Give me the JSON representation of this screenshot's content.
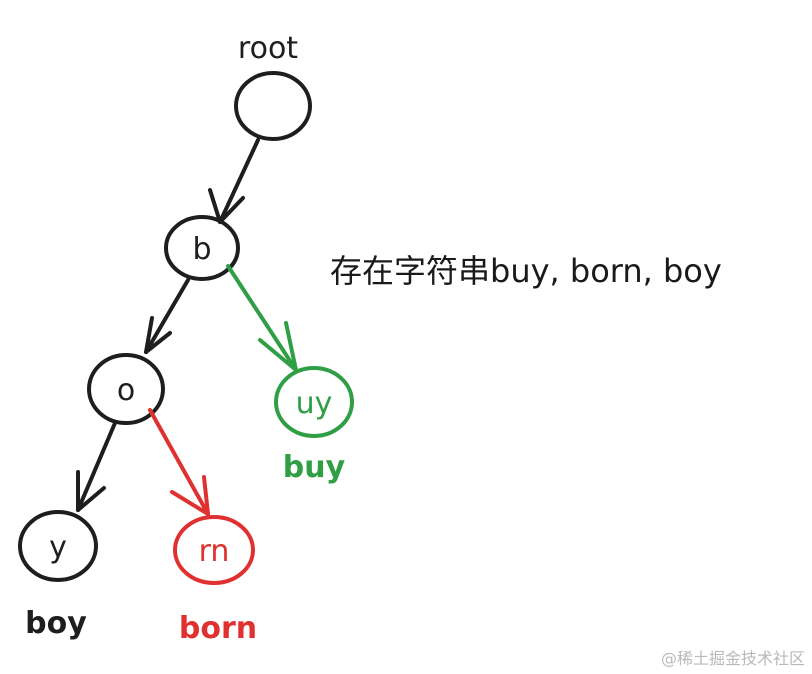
{
  "colors": {
    "black": "#1e1e1e",
    "green": "#2f9e44",
    "red": "#e03131",
    "watermark": "#b9b9b9"
  },
  "diagram": {
    "root_label": "root",
    "title": "存在字符串buy, born, boy",
    "nodes": {
      "root": {
        "text": ""
      },
      "b": {
        "text": "b"
      },
      "o": {
        "text": "o"
      },
      "uy": {
        "text": "uy"
      },
      "y": {
        "text": "y"
      },
      "rn": {
        "text": "rn"
      }
    },
    "captions": {
      "buy": "buy",
      "boy": "boy",
      "born": "born"
    }
  },
  "watermark": "@稀土掘金技术社区"
}
